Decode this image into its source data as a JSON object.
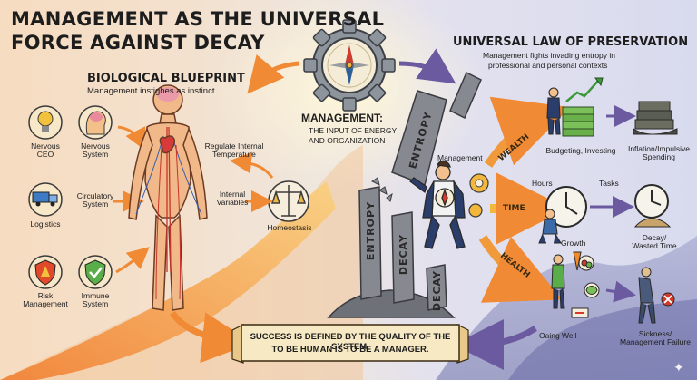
{
  "title_line1": "MANAGEMENT AS THE UNIVERSAL",
  "title_line2": "FORCE AGAINST DECAY",
  "biological": {
    "heading": "BIOLOGICAL BLUEPRINT",
    "subtitle": "Management instighes as instinct",
    "labels": {
      "nervous_ceo": [
        "Nervous",
        "CEO"
      ],
      "nervous_system": [
        "Nervous",
        "System"
      ],
      "logistics": "Logistics",
      "circulatory": [
        "Circulatory",
        "System"
      ],
      "risk": [
        "Risk",
        "Management"
      ],
      "immune": [
        "Immune",
        "System"
      ],
      "regulate": [
        "Regulate Internal",
        "Temperature"
      ],
      "internal": [
        "Internal",
        "Variables"
      ],
      "homeostasis": "Homeostasis"
    }
  },
  "management": {
    "heading": "MANAGEMENT:",
    "sub_line1": "THE INPUT OF ENERGY",
    "sub_line2": "AND ORGANIZATION"
  },
  "pillars": {
    "entropy_top": "ENTROPY",
    "entropy": "ENTROPY",
    "decay1": "DECAY",
    "decay2": "DECAY"
  },
  "preservation": {
    "heading": "UNIVERSAL LAW OF PRESERVATION",
    "sub_line1": "Management fights invading entropy in",
    "sub_line2": "professional and personal contexts",
    "management_label": "Management",
    "wealth": "WEALTH",
    "time": "TIME",
    "health": "HEALTH",
    "budgeting": "Budgeting, Investing",
    "inflation": [
      "Inflation/Impulsive",
      "Spending"
    ],
    "hours": "Hours",
    "tasks": "Tasks",
    "growth": "Growth",
    "decay_wasted": [
      "Decay/",
      "Wasted Time"
    ],
    "doing_well": "Oaing Well",
    "sickness": [
      "Sickness/",
      "Management Failure"
    ]
  },
  "banner": {
    "line1": "SUCCESS IS DEFINED BY THE QUALITY OF THE SYSTEM.",
    "line2": "TO BE HUMAN IS TO BE A MANAGER."
  },
  "watermark": "✦",
  "colors": {
    "orange": "#f09a3c",
    "purple": "#6b5aa0",
    "rock": "#7d7f86",
    "gold": "#f2b73c"
  }
}
